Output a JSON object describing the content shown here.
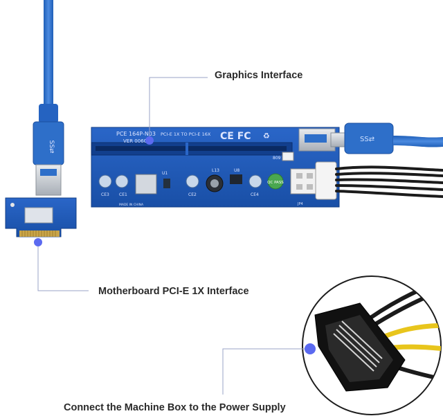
{
  "callouts": {
    "graphics_interface": "Graphics Interface",
    "motherboard_interface": "Motherboard PCI-E 1X Interface",
    "power_supply": "Connect the Machine Box to the Power Supply"
  },
  "riser_board": {
    "model": "PCE 164P-N03",
    "version": "VER 006C",
    "slot_text": "PCI-E 1X TO PCI-E 16X",
    "cert": "CE FC",
    "made_in": "MADE IN CHINA",
    "qc_badge": "QC PASS",
    "component_labels": [
      "U1",
      "L13",
      "U8",
      "CE3",
      "CE1",
      "CE2",
      "CE4",
      "809",
      "JP4"
    ]
  },
  "colors": {
    "cable_blue": "#2e6fc9",
    "pcb_blue": "#1d58b8",
    "callout_dot": "#5b6af0",
    "leader_line": "#9aa3c7",
    "connector_silver": "#c7ccd3",
    "gold_contacts": "#c9a54a",
    "wire_black": "#1b1b1b",
    "wire_yellow": "#e8c51c"
  },
  "icons": [
    "usb-ss-logo-icon",
    "ce-mark-icon",
    "fcc-mark-icon",
    "recycle-bin-icon",
    "qc-pass-badge-icon"
  ]
}
